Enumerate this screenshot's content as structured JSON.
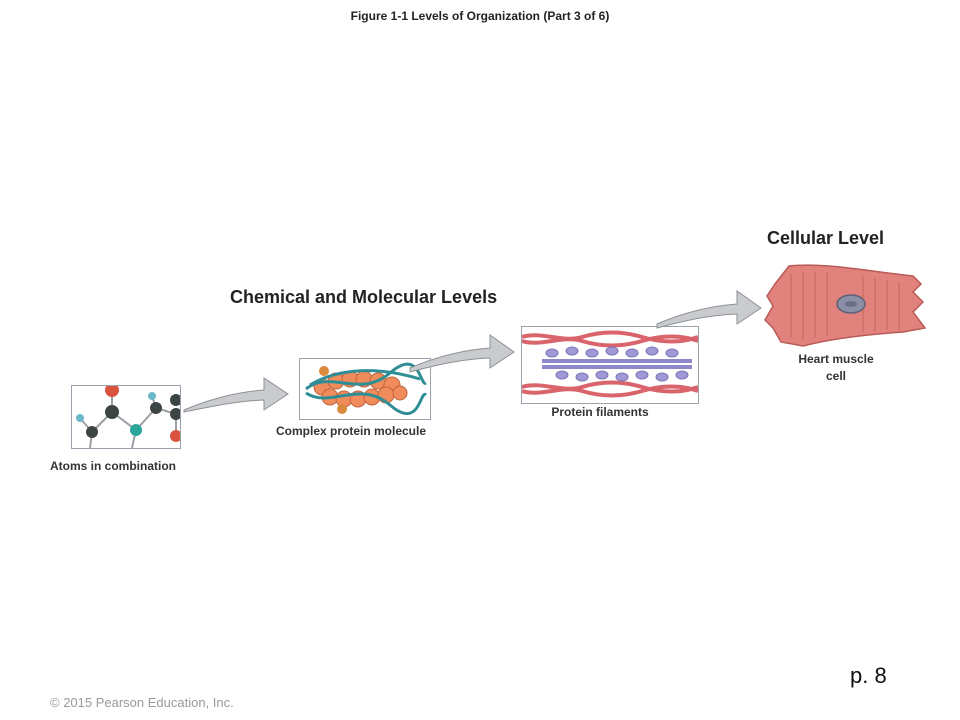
{
  "figure": {
    "title": "Figure 1-1 Levels of Organization (Part 3 of 6)"
  },
  "headings": {
    "chemical": "Chemical and Molecular Levels",
    "cellular": "Cellular Level"
  },
  "labels": {
    "atoms": "Atoms in combination",
    "complex_protein": "Complex protein molecule",
    "protein_filaments": "Protein filaments",
    "heart_muscle_line1": "Heart muscle",
    "heart_muscle_line2": "cell"
  },
  "footer": {
    "page": "p. 8",
    "copyright": "© 2015 Pearson Education, Inc."
  },
  "colors": {
    "arrow": "#c9cbcf",
    "arrow_edge": "#8d9196",
    "muscle": "#e2827c",
    "filament_red": "#d9646b",
    "filament_blue": "#8e88c9",
    "atom_dark": "#3d4444",
    "atom_teal": "#2aa59a",
    "atom_red": "#d9533e",
    "atom_light": "#6ab8c9",
    "protein_orange": "#f08c5c",
    "protein_teal": "#2f8d96"
  }
}
